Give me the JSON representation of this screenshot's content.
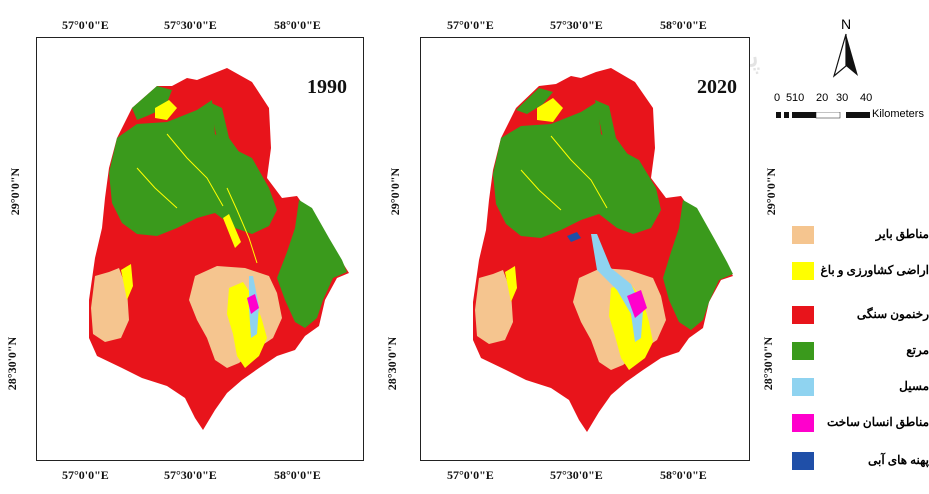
{
  "maps": [
    {
      "year": "1990",
      "top_labels": [
        "57°0'0\"E",
        "57°30'0\"E",
        "58°0'0\"E"
      ],
      "bottom_labels": [
        "57°0'0\"E",
        "57°30'0\"E",
        "58°0'0\"E"
      ],
      "left_labels": [
        "29°0'0\"N",
        "28°30'0\"N"
      ]
    },
    {
      "year": "2020",
      "top_labels": [
        "57°0'0\"E",
        "57°30'0\"E",
        "58°0'0\"E"
      ],
      "bottom_labels": [
        "57°0'0\"E",
        "57°30'0\"E",
        "58°0'0\"E"
      ],
      "left_labels": [
        "29°0'0\"N",
        "28°30'0\"N"
      ],
      "right_labels": [
        "29°0'0\"N",
        "28°30'0\"N"
      ]
    }
  ],
  "north_arrow": {
    "label": "N",
    "icon": "north-arrow-icon"
  },
  "scale_bar": {
    "ticks": [
      "0",
      "5",
      "10",
      "20",
      "30",
      "40"
    ],
    "unit": "Kilometers"
  },
  "legend": [
    {
      "label": "مناطق بایر",
      "color": "#f5c58f"
    },
    {
      "label": "اراضی کشاورزی و باغ",
      "color": "#ffff00"
    },
    {
      "label": "رخنمون سنگی",
      "color": "#e8141b"
    },
    {
      "label": "مرتع",
      "color": "#3a9a1c"
    },
    {
      "label": "مسیل",
      "color": "#8fd3f0"
    },
    {
      "label": "مناطق انسان ساخت",
      "color": "#ff00cc"
    },
    {
      "label": "پهنه های آبی",
      "color": "#1f4fa8"
    }
  ],
  "watermark": "پرتال جامع علوم انسانی"
}
